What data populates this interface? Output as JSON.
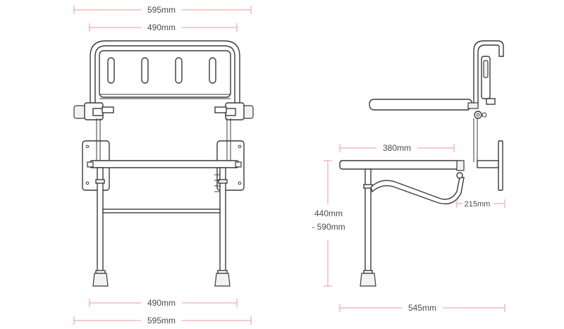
{
  "front_view": {
    "backrest_labels": {
      "overall_width": "595mm",
      "inner_width": "490mm"
    },
    "base_labels": {
      "inner_width": "490mm",
      "overall_width": "595mm"
    }
  },
  "side_view": {
    "seat_depth": "380mm",
    "wall_projection": "215mm",
    "height_line1": "440mm",
    "height_line2": "- 590mm",
    "overall_depth": "545mm"
  },
  "colors": {
    "dimension_line": "#e89a9a",
    "outline": "#3a3a3a",
    "label": "#4a4a4a"
  }
}
